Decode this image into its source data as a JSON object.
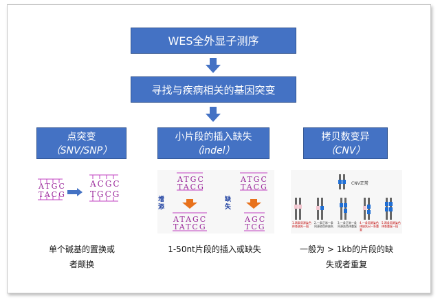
{
  "flow": {
    "top_label": "WES全外显子测序",
    "mid_label": "寻找与疾病相关的基因突变"
  },
  "categories": [
    {
      "line1": "点突变",
      "line2": "（SNV/SNP）",
      "caption_line1": "单个碱基的置换或",
      "caption_line2": "者颠换"
    },
    {
      "line1": "小片段的插入缺失",
      "line2": "（indel）",
      "caption_line1": "1-50nt片段的插入或缺失",
      "caption_line2": ""
    },
    {
      "line1": "拷贝数变异",
      "line2": "（CNV）",
      "caption_line1": "一般为 > 1kb的片段的缺",
      "caption_line2": "失或者重复"
    }
  ],
  "snv": {
    "left_top": "ATGC",
    "left_bottom": "TACG",
    "right_top": "ACGC",
    "right_bottom": "TGCG"
  },
  "indel": {
    "ins_label": "增\n添",
    "ins_top_before": "ATGC",
    "ins_bottom_before": "TACG",
    "ins_top_after": "ATAGC",
    "ins_bottom_after": "TATCG",
    "del_label": "缺\n失",
    "del_top_before": "ATGC",
    "del_bottom_before": "TACG",
    "del_top_after": "AGC",
    "del_bottom_after": "TCG"
  },
  "cnv": {
    "legend": "CNV正常",
    "notes": [
      "1.两条同源染色体各缺失一段",
      "2.一条正常一条同源染色体缺失",
      "3.一条正常一条同源染色体重复",
      "4.一条同源染色体缺失另一条重复",
      "5.两条同源染色体各重复一段"
    ]
  },
  "colors": {
    "box": "#4472c4",
    "dna": "#9b2a9b",
    "arrow_blue": "#4472c4",
    "arrow_orange": "#e8721c"
  }
}
